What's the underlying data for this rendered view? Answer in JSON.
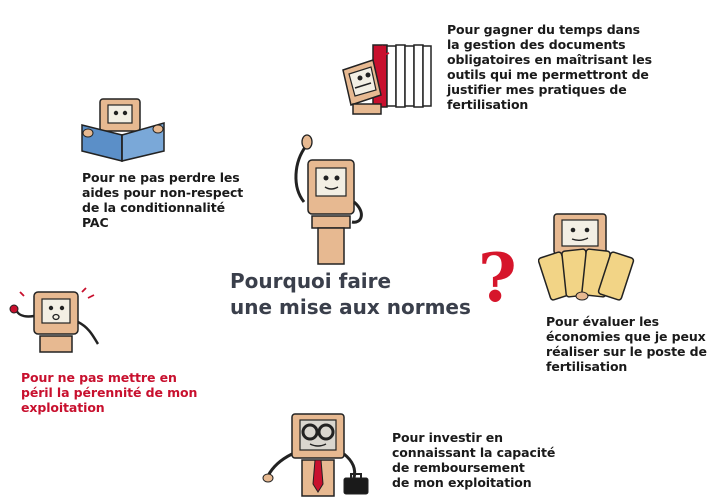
{
  "center": {
    "title_line1": "Pourquoi faire",
    "title_line2": "une mise aux normes",
    "question_mark": "?"
  },
  "reasons": [
    {
      "text": "Pour gagner du temps dans\nla gestion des documents\nobligatoires en maîtrisant les\noutils qui me permettront de\njustifier mes pratiques de\nfertilisation",
      "color": "#1a1a1a"
    },
    {
      "text": "Pour ne pas perdre les\naides pour non-respect\nde la conditionnalité\nPAC",
      "color": "#1a1a1a"
    },
    {
      "text": "Pour évaluer les\néconomies que je peux\nréaliser sur le poste de\nfertilisation",
      "color": "#1a1a1a"
    },
    {
      "text": "Pour ne pas mettre en\npéril la pérennité de mon\nexploitation",
      "color": "#c8102e"
    },
    {
      "text": "Pour investir en\nconnaissant la capacité\nde remboursement\nde mon exploitation",
      "color": "#1a1a1a"
    }
  ],
  "illustrations": [
    "computer-character-binders",
    "computer-character-reading-book",
    "computer-character-pointing",
    "computer-character-cards",
    "computer-character-worried",
    "computer-character-businessman"
  ]
}
